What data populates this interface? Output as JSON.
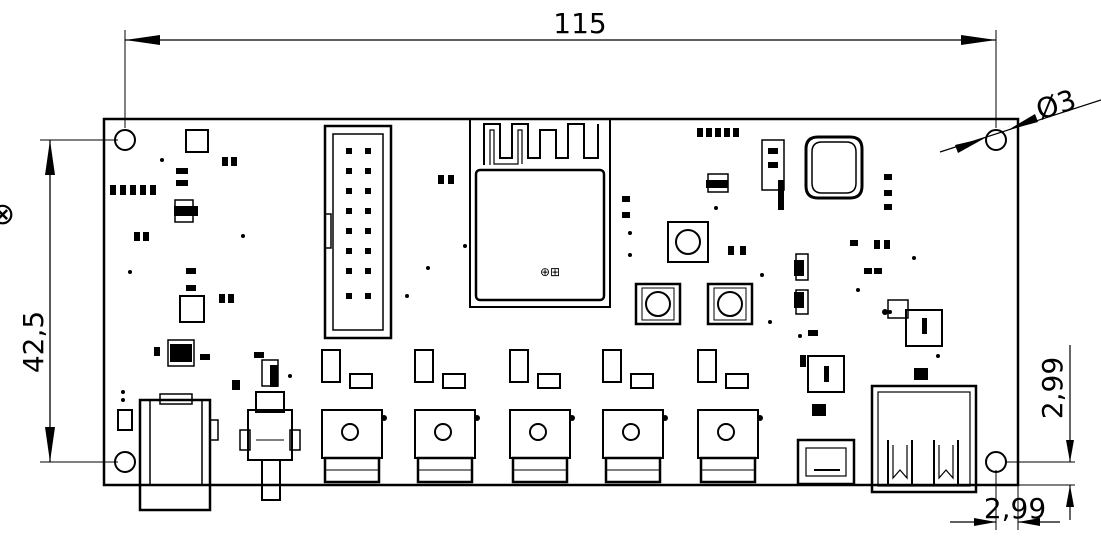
{
  "dimensions": {
    "width": "115",
    "height": "42,5",
    "hole_diameter": "Ø3",
    "hole_offset_x": "2,99",
    "hole_offset_y": "2,99",
    "top_left_symbol": "⊗"
  },
  "components": {
    "mcu_module": "wifi-bluetooth-module",
    "connectors": [
      "pin-header-2x8",
      "dc-barrel-jack",
      "audio-jack",
      "micro-usb-port",
      "usb-a-port"
    ],
    "jacks_count": 5,
    "buttons_count": 3
  }
}
